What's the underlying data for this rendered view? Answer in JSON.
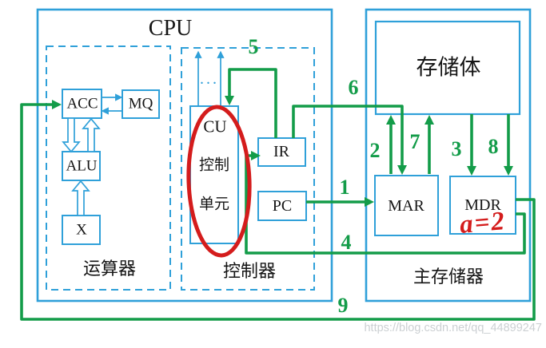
{
  "colors": {
    "box_blue": "#2fa0d9",
    "flow_green": "#139c49",
    "annotation_red": "#d41c1c",
    "text_black": "#151515",
    "watermark_gray": "#ccd0d3"
  },
  "cpu": {
    "title": "CPU",
    "arith": {
      "label": "运算器",
      "acc": "ACC",
      "mq": "MQ",
      "alu": "ALU",
      "x": "X"
    },
    "ctrl": {
      "label": "控制器",
      "cu_title": "CU",
      "cu_sub1": "控制",
      "cu_sub2": "单元",
      "dots": "···",
      "ir": "IR",
      "pc": "PC"
    }
  },
  "memory": {
    "label": "主存储器",
    "bank": "存储体",
    "mar": "MAR",
    "mdr": "MDR"
  },
  "steps": {
    "s1": "1",
    "s2": "2",
    "s3": "3",
    "s4": "4",
    "s5": "5",
    "s6": "6",
    "s7": "7",
    "s8": "8",
    "s9": "9"
  },
  "annotation": "a=2",
  "watermark": "https://blog.csdn.net/qq_44899247"
}
